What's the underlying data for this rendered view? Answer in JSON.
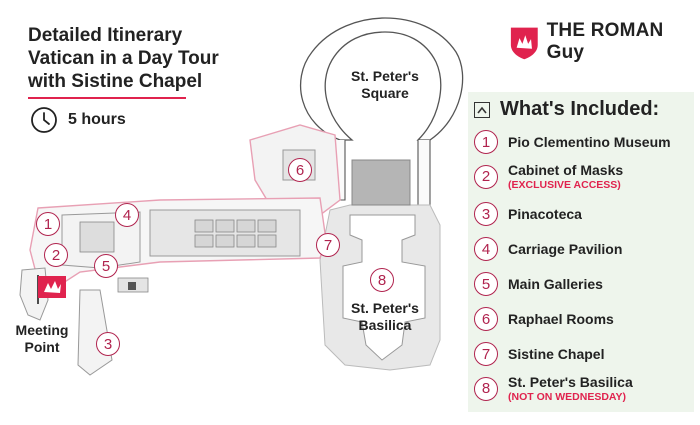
{
  "title": {
    "line1": "Detailed Itinerary",
    "line2": "Vatican in a Day Tour",
    "line3": "with Sistine Chapel"
  },
  "duration": {
    "text": "5 hours",
    "icon": "clock-icon"
  },
  "brand": {
    "name": "THE ROMAN Guy",
    "icon": "shield-icon"
  },
  "included": {
    "heading": "What's Included:",
    "items": [
      {
        "num": "1",
        "label": "Pio Clementino Museum",
        "note": ""
      },
      {
        "num": "2",
        "label": "Cabinet of Masks",
        "note": "(EXCLUSIVE ACCESS)"
      },
      {
        "num": "3",
        "label": "Pinacoteca",
        "note": ""
      },
      {
        "num": "4",
        "label": "Carriage Pavilion",
        "note": ""
      },
      {
        "num": "5",
        "label": "Main Galleries",
        "note": ""
      },
      {
        "num": "6",
        "label": "Raphael Rooms",
        "note": ""
      },
      {
        "num": "7",
        "label": "Sistine Chapel",
        "note": ""
      },
      {
        "num": "8",
        "label": "St. Peter's Basilica",
        "note": "(NOT ON WEDNESDAY)"
      }
    ]
  },
  "map": {
    "square_label_1": "St. Peter's",
    "square_label_2": "Square",
    "basilica_label_1": "St. Peter's",
    "basilica_label_2": "Basilica",
    "meeting_1": "Meeting",
    "meeting_2": "Point",
    "pins": [
      "1",
      "2",
      "3",
      "4",
      "5",
      "6",
      "7",
      "8"
    ]
  },
  "colors": {
    "accent": "#e0234e",
    "number": "#b0234e",
    "panel": "#eef5ec",
    "building": "#f3f3f3",
    "outline": "#e8a0b4"
  }
}
